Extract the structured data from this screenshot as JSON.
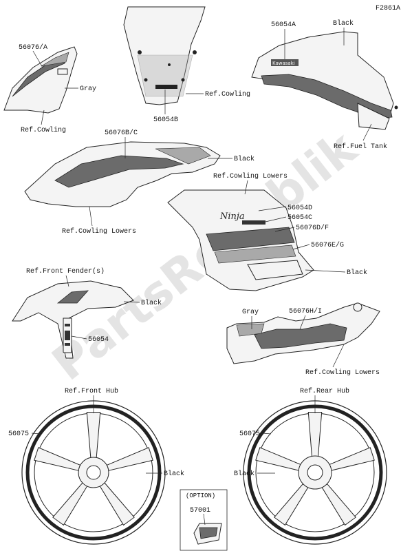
{
  "figure_id": "F2861A",
  "watermark": "PartsRepublik",
  "labels": {
    "p56076A": "56076/A",
    "gray1": "Gray",
    "refCowling1": "Ref.Cowling",
    "p56054B": "56054B",
    "refCowling2": "Ref.Cowling",
    "p56054A": "56054A",
    "black1": "Black",
    "refFuelTank": "Ref.Fuel Tank",
    "p56076BC": "56076B/C",
    "black2": "Black",
    "refCowlingLowers1": "Ref.Cowling Lowers",
    "refCowlingLowers2": "Ref.Cowling Lowers",
    "p56054D": "56054D",
    "p56054C": "56054C",
    "p56076DF": "56076D/F",
    "p56076EG": "56076E/G",
    "black3": "Black",
    "refFrontFender": "Ref.Front Fender(s)",
    "black4": "Black",
    "p56054": "56054",
    "gray2": "Gray",
    "p56076HI": "56076H/I",
    "refCowlingLowers3": "Ref.Cowling Lowers",
    "refFrontHub": "Ref.Front Hub",
    "p56075a": "56075",
    "black5": "Black",
    "option": "(OPTION)",
    "p57001": "57001",
    "refRearHub": "Ref.Rear Hub",
    "p56075b": "56075",
    "black6": "Black"
  },
  "decal_text": {
    "kawasaki": "Kawasaki",
    "ninja": "Ninja"
  }
}
